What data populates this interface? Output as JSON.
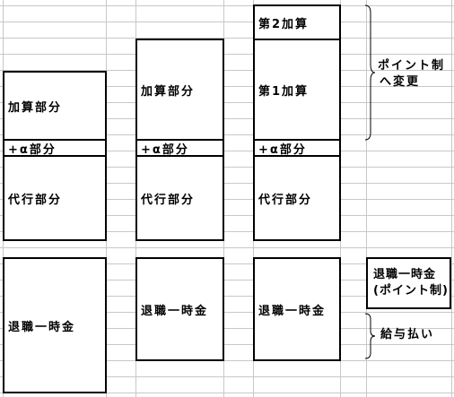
{
  "columns": [
    {
      "add_label": "加算部分",
      "alpha_label": "+α部分",
      "agency_label": "代行部分",
      "lump_label": "退職一時金"
    },
    {
      "add_label": "加算部分",
      "alpha_label": "+α部分",
      "agency_label": "代行部分",
      "lump_label": "退職一時金"
    },
    {
      "add2_label": "第2加算",
      "add1_label": "第1加算",
      "alpha_label": "+α部分",
      "agency_label": "代行部分",
      "lump_label": "退職一時金"
    }
  ],
  "annotations": {
    "point_change_line1": "ポイント制",
    "point_change_line2": "へ変更",
    "lump_point_line1": "退職一時金",
    "lump_point_line2": "(ポイント制)",
    "salary_payment": "給与払い"
  }
}
